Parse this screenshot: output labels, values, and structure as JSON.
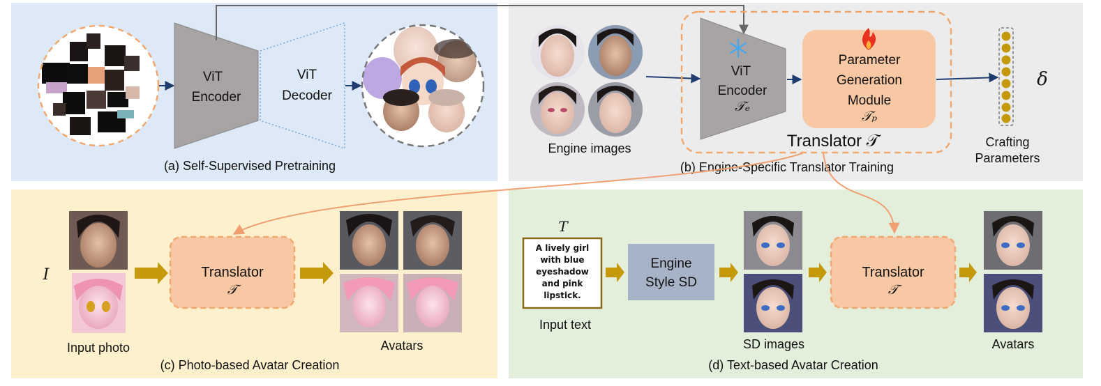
{
  "panels": {
    "a": {
      "caption": "(a) Self-Supervised Pretraining",
      "encoder": [
        "ViT",
        "Encoder"
      ],
      "decoder": [
        "ViT",
        "Decoder"
      ]
    },
    "b": {
      "caption": "(b) Engine-Specific Translator Training",
      "engine_images_label": "Engine images",
      "encoder": [
        "ViT",
        "Encoder"
      ],
      "encoder_symbol": "𝒯ₑ",
      "module": [
        "Parameter",
        "Generation",
        "Module"
      ],
      "module_symbol": "𝒯ₚ",
      "translator_label": "Translator 𝒯",
      "params_label": [
        "Crafting",
        "Parameters"
      ],
      "delta": "δ"
    },
    "c": {
      "caption": "(c) Photo-based Avatar Creation",
      "input_symbol": "I",
      "input_label": "Input photo",
      "translator": [
        "Translator",
        "𝒯"
      ],
      "avatars_label": "Avatars"
    },
    "d": {
      "caption": "(d) Text-based Avatar Creation",
      "text_symbol": "T",
      "input_text": [
        "A lively girl",
        "with blue",
        "eyeshadow",
        "and pink",
        "lipstick."
      ],
      "input_text_label": "Input text",
      "engine_sd": [
        "Engine",
        "Style SD"
      ],
      "sd_label": "SD images",
      "translator": [
        "Translator",
        "𝒯"
      ],
      "avatars_label": "Avatars"
    }
  },
  "colors": {
    "panel_a": "#dde9f6",
    "panel_b": "#ececec",
    "panel_c": "#fdf0cc",
    "panel_d": "#e3eedb",
    "translator_fill": "#f8c8a4",
    "dashed_orange": "#f0a86e",
    "gold_arrow": "#c49a0c",
    "encoder_gray": "#a8a4a4",
    "navy_arrow": "#1f3c6e"
  },
  "icons": [
    "snowflake-icon",
    "flame-icon"
  ]
}
